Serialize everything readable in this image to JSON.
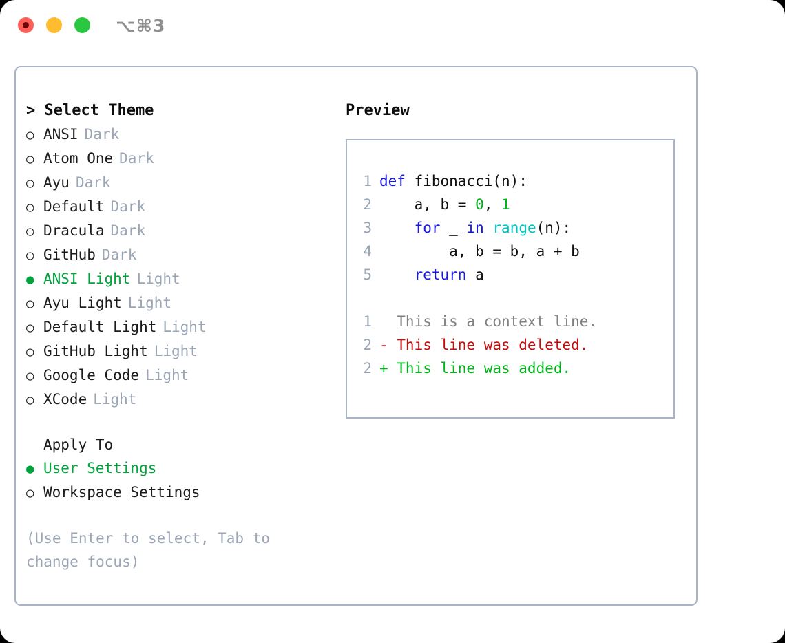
{
  "titlebar": {
    "traffic_lights": [
      {
        "name": "close",
        "color": "#ff5f57"
      },
      {
        "name": "minimize",
        "color": "#febc2e"
      },
      {
        "name": "zoom",
        "color": "#29c840"
      }
    ],
    "shortcut": "⌥⌘3"
  },
  "colors": {
    "accent_green": "#00a33c",
    "muted_gray": "#9aa5b5",
    "border": "#a9b4c6",
    "text": "#1b1b1b",
    "keyword_blue": "#1a1ae0",
    "function_cyan": "#00c4c4",
    "number_green": "#00b519",
    "diff_add": "#00b519",
    "diff_del": "#c40d0d",
    "diff_ctx": "#808080"
  },
  "left": {
    "title": "> Select Theme",
    "themes": [
      {
        "bullet": "○",
        "name": "ANSI",
        "kind": "Dark",
        "selected": false
      },
      {
        "bullet": "○",
        "name": "Atom One",
        "kind": "Dark",
        "selected": false
      },
      {
        "bullet": "○",
        "name": "Ayu",
        "kind": "Dark",
        "selected": false
      },
      {
        "bullet": "○",
        "name": "Default",
        "kind": "Dark",
        "selected": false
      },
      {
        "bullet": "○",
        "name": "Dracula",
        "kind": "Dark",
        "selected": false
      },
      {
        "bullet": "○",
        "name": "GitHub",
        "kind": "Dark",
        "selected": false
      },
      {
        "bullet": "●",
        "name": "ANSI Light",
        "kind": "Light",
        "selected": true
      },
      {
        "bullet": "○",
        "name": "Ayu Light",
        "kind": "Light",
        "selected": false
      },
      {
        "bullet": "○",
        "name": "Default Light",
        "kind": "Light",
        "selected": false
      },
      {
        "bullet": "○",
        "name": "GitHub Light",
        "kind": "Light",
        "selected": false
      },
      {
        "bullet": "○",
        "name": "Google Code",
        "kind": "Light",
        "selected": false
      },
      {
        "bullet": "○",
        "name": "XCode",
        "kind": "Light",
        "selected": false
      }
    ],
    "apply_to_label": "Apply To",
    "apply_to_options": [
      {
        "bullet": "●",
        "name": "User Settings",
        "selected": true
      },
      {
        "bullet": "○",
        "name": "Workspace Settings",
        "selected": false
      }
    ],
    "hint": "(Use Enter to select, Tab to change focus)"
  },
  "right": {
    "title": "Preview",
    "code_lines": [
      {
        "lineno": "1",
        "tokens": [
          {
            "text": "def ",
            "type": "kw"
          },
          {
            "text": "fibonacci(n):",
            "type": "plain"
          }
        ]
      },
      {
        "lineno": "2",
        "tokens": [
          {
            "text": "    a, b = ",
            "type": "plain"
          },
          {
            "text": "0",
            "type": "num"
          },
          {
            "text": ", ",
            "type": "plain"
          },
          {
            "text": "1",
            "type": "num"
          }
        ]
      },
      {
        "lineno": "3",
        "tokens": [
          {
            "text": "    ",
            "type": "plain"
          },
          {
            "text": "for",
            "type": "kw"
          },
          {
            "text": " _ ",
            "type": "plain"
          },
          {
            "text": "in",
            "type": "kw"
          },
          {
            "text": " ",
            "type": "plain"
          },
          {
            "text": "range",
            "type": "fn"
          },
          {
            "text": "(n):",
            "type": "plain"
          }
        ]
      },
      {
        "lineno": "4",
        "tokens": [
          {
            "text": "        a, b = b, a + b",
            "type": "plain"
          }
        ]
      },
      {
        "lineno": "5",
        "tokens": [
          {
            "text": "    ",
            "type": "plain"
          },
          {
            "text": "return",
            "type": "kw"
          },
          {
            "text": " a",
            "type": "plain"
          }
        ]
      }
    ],
    "diff_lines": [
      {
        "lineno": "1",
        "marker": " ",
        "text": "  This is a context line.",
        "kind": "ctx"
      },
      {
        "lineno": "2",
        "marker": "-",
        "text": "- This line was deleted.",
        "kind": "del"
      },
      {
        "lineno": "2",
        "marker": "+",
        "text": "+ This line was added.",
        "kind": "add"
      }
    ]
  }
}
